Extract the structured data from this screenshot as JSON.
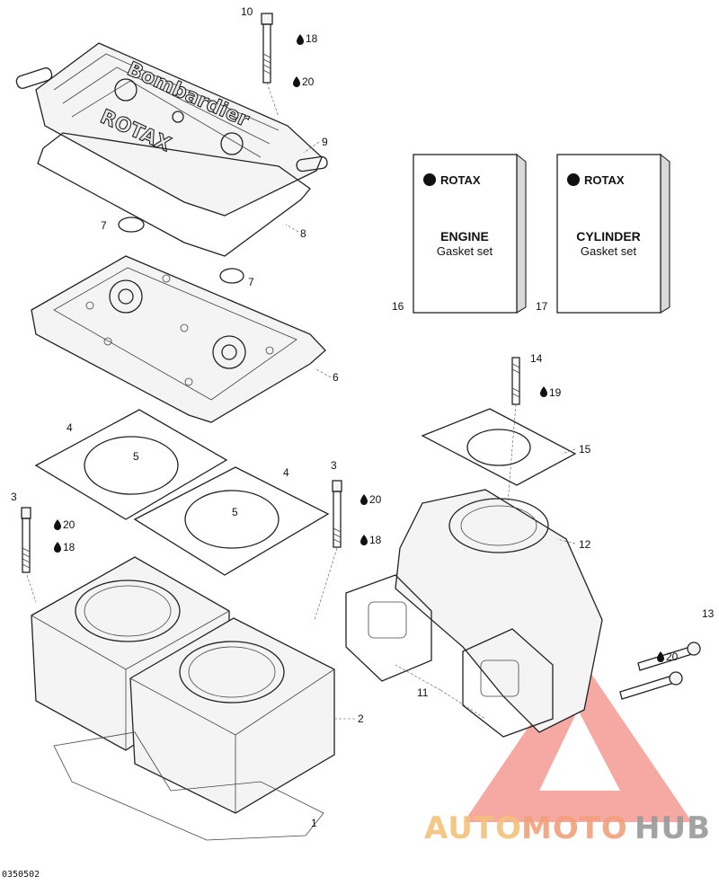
{
  "diagram": {
    "drawing_code": "0350502",
    "head_lettering": [
      "Bombardier",
      "ROTAX"
    ],
    "callouts": {
      "c1": "1",
      "c2": "2",
      "c3a": "3",
      "c3b": "3",
      "c4a": "4",
      "c4b": "4",
      "c5a": "5",
      "c5b": "5",
      "c6": "6",
      "c7a": "7",
      "c7b": "7",
      "c8": "8",
      "c9": "9",
      "c10": "10",
      "c11": "11",
      "c12": "12",
      "c13": "13",
      "c14": "14",
      "c15": "15",
      "c16": "16",
      "c17": "17"
    },
    "torque_notes": {
      "t10_18": "18",
      "t10_20": "20",
      "t3r_20": "20",
      "t3r_18": "18",
      "t3l_20": "20",
      "t3l_18": "18",
      "t14_19": "19",
      "t13_20": "20"
    },
    "kits": [
      {
        "brand": "ROTAX",
        "title": "ENGINE",
        "subtitle": "Gasket set"
      },
      {
        "brand": "ROTAX",
        "title": "CYLINDER",
        "subtitle": "Gasket set"
      }
    ]
  },
  "watermark": {
    "parts": [
      "AUTO",
      "MOTO",
      "HUB"
    ],
    "colors": {
      "auto": "#f4c27a",
      "moto": "#f2a07a",
      "hub": "#9a9a9a",
      "triangle": "#ee5a50"
    }
  }
}
